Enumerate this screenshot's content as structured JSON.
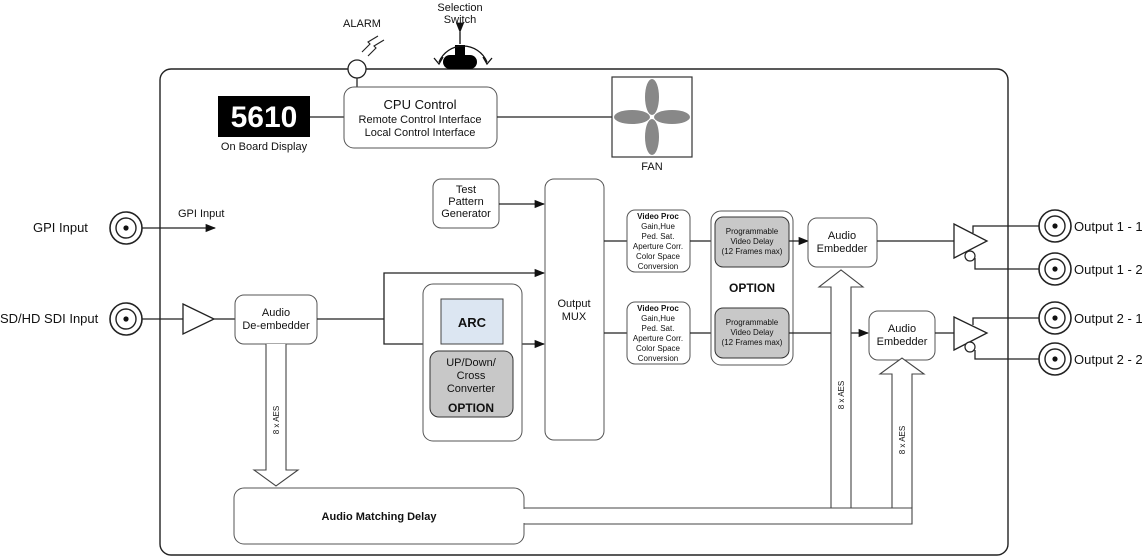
{
  "labels": {
    "alarm": "ALARM",
    "selection_switch_line1": "Selection",
    "selection_switch_line2": "Switch",
    "display_value": "5610",
    "display_caption": "On Board Display",
    "cpu_title": "CPU Control",
    "cpu_line1": "Remote Control Interface",
    "cpu_line2": "Local Control Interface",
    "fan": "FAN",
    "gpi_input_outer": "GPI Input",
    "gpi_input_inner": "GPI Input",
    "sdi_input": "SD/HD SDI Input",
    "test_pattern_1": "Test",
    "test_pattern_2": "Pattern",
    "test_pattern_3": "Generator",
    "audio_deembedder_1": "Audio",
    "audio_deembedder_2": "De-embedder",
    "arc": "ARC",
    "converter_1": "UP/Down/",
    "converter_2": "Cross",
    "converter_3": "Converter",
    "converter_option": "OPTION",
    "output_mux_1": "Output",
    "output_mux_2": "MUX",
    "video_proc_title": "Video Proc",
    "video_proc_1": "Gain,Hue",
    "video_proc_2": "Ped. Sat.",
    "video_proc_3": "Aperture Corr.",
    "video_proc_4": "Color Space",
    "video_proc_5": "Conversion",
    "prog_delay_1": "Programmable",
    "prog_delay_2": "Video Delay",
    "prog_delay_3": "(12 Frames max)",
    "delay_option": "OPTION",
    "audio_embedder_1": "Audio",
    "audio_embedder_2": "Embedder",
    "aes": "8 x AES",
    "audio_matching_delay": "Audio Matching Delay",
    "output_1_1": "Output 1 - 1",
    "output_1_2": "Output 1 - 2",
    "output_2_1": "Output 2 - 1",
    "output_2_2": "Output 2 - 2"
  }
}
